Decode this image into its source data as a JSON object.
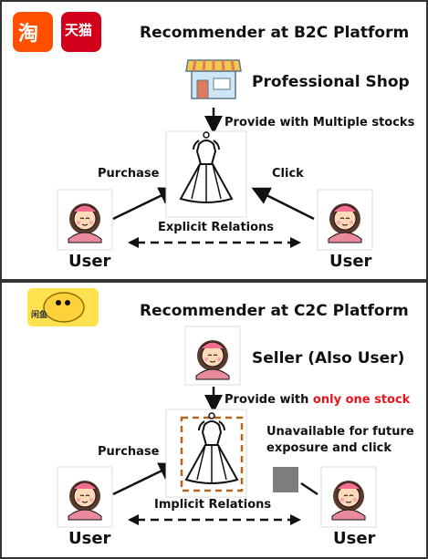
{
  "b2c": {
    "title": "Recommender at B2C Platform",
    "logo_taobao": "淘",
    "logo_tmall": "天猫",
    "shop_label": "Professional Shop",
    "provide_label": "Provide with Multiple stocks",
    "purchase_label": "Purchase",
    "click_label": "Click",
    "relation_label": "Explicit Relations",
    "user_left": "User",
    "user_right": "User"
  },
  "c2c": {
    "title": "Recommender at C2C Platform",
    "logo_xianyu": "闲鱼",
    "seller_label": "Seller (Also User)",
    "provide_prefix": "Provide with ",
    "provide_highlight": "only one stock",
    "unavailable_line1": "Unavailable for future",
    "unavailable_line2": "exposure and click",
    "purchase_label": "Purchase",
    "relation_label": "Implicit Relations",
    "user_left": "User",
    "user_right": "User"
  },
  "colors": {
    "taobao": "#ff5000",
    "tmall": "#d2001b",
    "xianyu": "#ffe14f",
    "highlight": "#e8141c",
    "dashed_box": "#b5651d",
    "blocked": "#7d7d7d"
  }
}
